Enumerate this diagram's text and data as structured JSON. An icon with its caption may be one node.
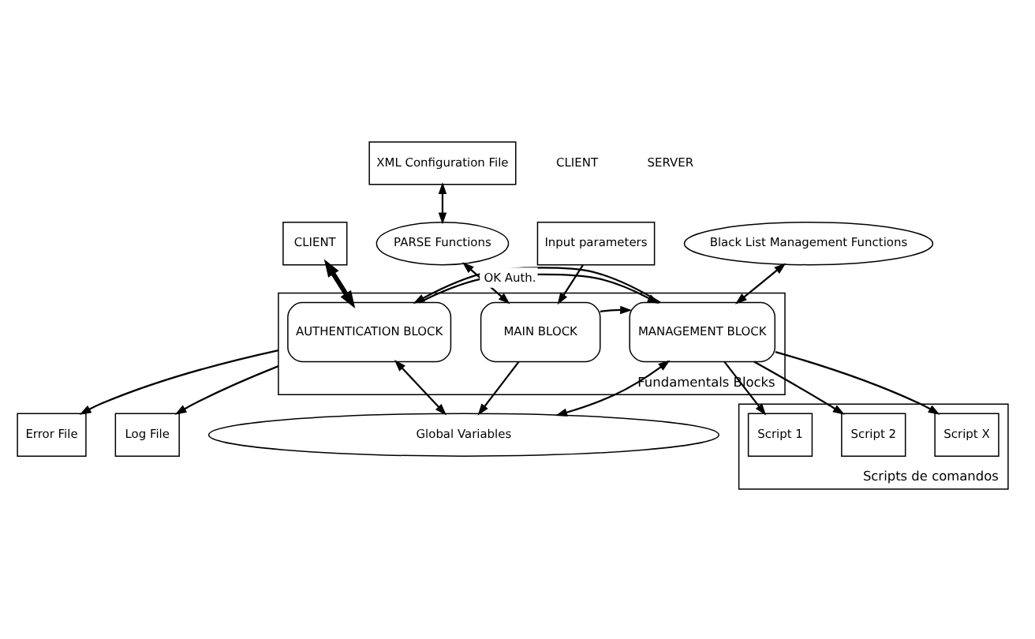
{
  "diagram": {
    "nodes": [
      {
        "text": [
          "XML Configuration File"
        ]
      },
      {
        "text": [
          "Black List Management Functions"
        ]
      },
      {
        "text": [
          "PARSE Functions"
        ]
      },
      {
        "text": [
          "Fundamentals Blocks"
        ]
      },
      {
        "text": [
          "CLIENT"
        ]
      },
      {
        "text": [
          "AUTHENTICATION BLOCK"
        ],
        "in": 3
      },
      {
        "text": [
          "MANAGEMENT BLOCK"
        ],
        "in": 3
      },
      {
        "text": [
          "MAIN BLOCK"
        ],
        "in": 3
      },
      {
        "text": [
          "Input parameters"
        ]
      },
      {
        "text": [
          "Global Variables"
        ]
      },
      {
        "text": [
          "Error File"
        ]
      },
      {
        "text": [
          "Log File"
        ]
      },
      {
        "text": [
          "Scripts de comandos"
        ]
      },
      {
        "text": [
          "Script 1"
        ],
        "in": 12
      },
      {
        "text": [
          "Script 2"
        ],
        "in": 12
      },
      {
        "text": [
          "Script X"
        ],
        "in": 12
      }
    ],
    "edges": [
      {
        "from": 0,
        "to": 2,
        "arrow": "both"
      },
      {
        "from": 2,
        "to": 7,
        "arrow": "both"
      },
      {
        "from": 1,
        "to": 6,
        "arrow": "both"
      },
      {
        "from": 4,
        "to": 5,
        "arrow": "both",
        "style": "thick"
      },
      {
        "from": 5,
        "to": 6,
        "arrow": "to"
      },
      {
        "from": 6,
        "to": 5,
        "arrow": "to",
        "label": "OK Auth."
      },
      {
        "from": 7,
        "to": 6,
        "arrow": "to"
      },
      {
        "from": 8,
        "to": 7,
        "arrow": "to"
      },
      {
        "from": 5,
        "to": 9,
        "arrow": "both"
      },
      {
        "from": 6,
        "to": 9,
        "arrow": "both"
      },
      {
        "from": 7,
        "to": 9,
        "arrow": "to"
      },
      {
        "from": 3,
        "to": 11,
        "arrow": "to"
      },
      {
        "from": 3,
        "to": 10,
        "arrow": "to"
      },
      {
        "from": 6,
        "to": 13,
        "arrow": "to"
      },
      {
        "from": 6,
        "to": 14,
        "arrow": "to"
      },
      {
        "from": 6,
        "to": 15,
        "arrow": "to"
      }
    ],
    "labels": [
      "CLIENT",
      "SERVER"
    ]
  }
}
